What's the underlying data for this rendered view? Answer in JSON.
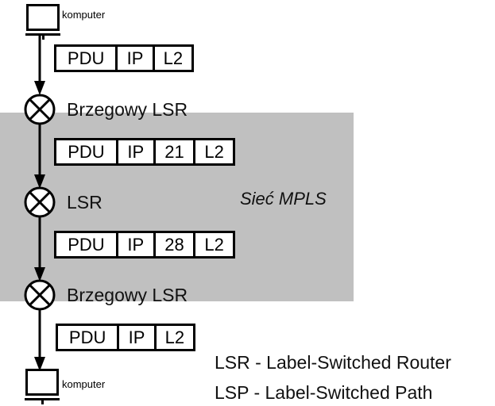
{
  "diagram": {
    "title": "MPLS label switching path diagram",
    "colors": {
      "region_fill": "#c0c0c0",
      "stroke": "#000000",
      "box_fill": "#ffffff",
      "background": "#ffffff"
    },
    "region": {
      "label": "Sieć MPLS"
    },
    "nodes": [
      {
        "id": "computer-top",
        "icon": "computer-icon",
        "label": "komputer"
      },
      {
        "id": "edge-lsr-top",
        "icon": "router-icon",
        "label": "Brzegowy LSR"
      },
      {
        "id": "core-lsr",
        "icon": "router-icon",
        "label": "LSR"
      },
      {
        "id": "edge-lsr-bottom",
        "icon": "router-icon",
        "label": "Brzegowy LSR"
      },
      {
        "id": "computer-bottom",
        "icon": "computer-icon",
        "label": "komputer"
      }
    ],
    "packets": [
      {
        "id": "packet-1",
        "cells": [
          "PDU",
          "IP",
          "L2"
        ]
      },
      {
        "id": "packet-2",
        "cells": [
          "PDU",
          "IP",
          "21",
          "L2"
        ]
      },
      {
        "id": "packet-3",
        "cells": [
          "PDU",
          "IP",
          "28",
          "L2"
        ]
      },
      {
        "id": "packet-4",
        "cells": [
          "PDU",
          "IP",
          "L2"
        ]
      }
    ],
    "legend": [
      "LSR - Label-Switched Router",
      "LSP - Label-Switched Path"
    ]
  }
}
